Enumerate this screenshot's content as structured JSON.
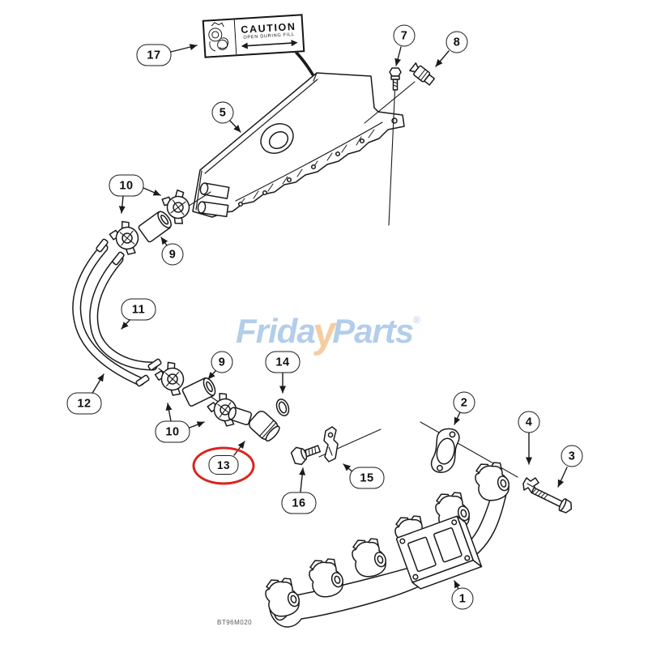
{
  "diagram": {
    "type": "exploded-parts-diagram",
    "figure_code": "BT96M020"
  },
  "caution_label": {
    "heading": "CAUTION",
    "subheading": "OPEN DURING FILL"
  },
  "watermark": {
    "brand_left": "Frida",
    "brand_swoosh": "y",
    "brand_right": "Parts",
    "registered_mark": "®",
    "color_blue": "#a9c7e8",
    "color_orange": "#f4c795"
  },
  "highlight": {
    "circled_callout": "13",
    "color": "#d9251d"
  },
  "callouts": [
    {
      "label": "1"
    },
    {
      "label": "2"
    },
    {
      "label": "3"
    },
    {
      "label": "4"
    },
    {
      "label": "5"
    },
    {
      "label": "7"
    },
    {
      "label": "8"
    },
    {
      "label": "9"
    },
    {
      "label": "9"
    },
    {
      "label": "10"
    },
    {
      "label": "10"
    },
    {
      "label": "11"
    },
    {
      "label": "12"
    },
    {
      "label": "13"
    },
    {
      "label": "14"
    },
    {
      "label": "15"
    },
    {
      "label": "16"
    },
    {
      "label": "17"
    }
  ]
}
